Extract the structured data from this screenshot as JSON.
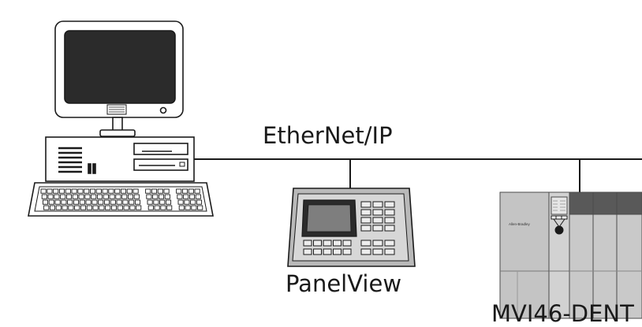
{
  "network": {
    "label": "EtherNet/IP"
  },
  "devices": {
    "hmi": {
      "label": "PanelView"
    },
    "module": {
      "label": "MVI46-DENT",
      "brand": "Allen-Bradley"
    }
  },
  "colors": {
    "line": "#1a1a1a",
    "rack_fill": "#c9c9c9",
    "rack_dark": "#555555",
    "screen_dark": "#2b2b2b",
    "panel_fill": "#b9b9b9"
  }
}
